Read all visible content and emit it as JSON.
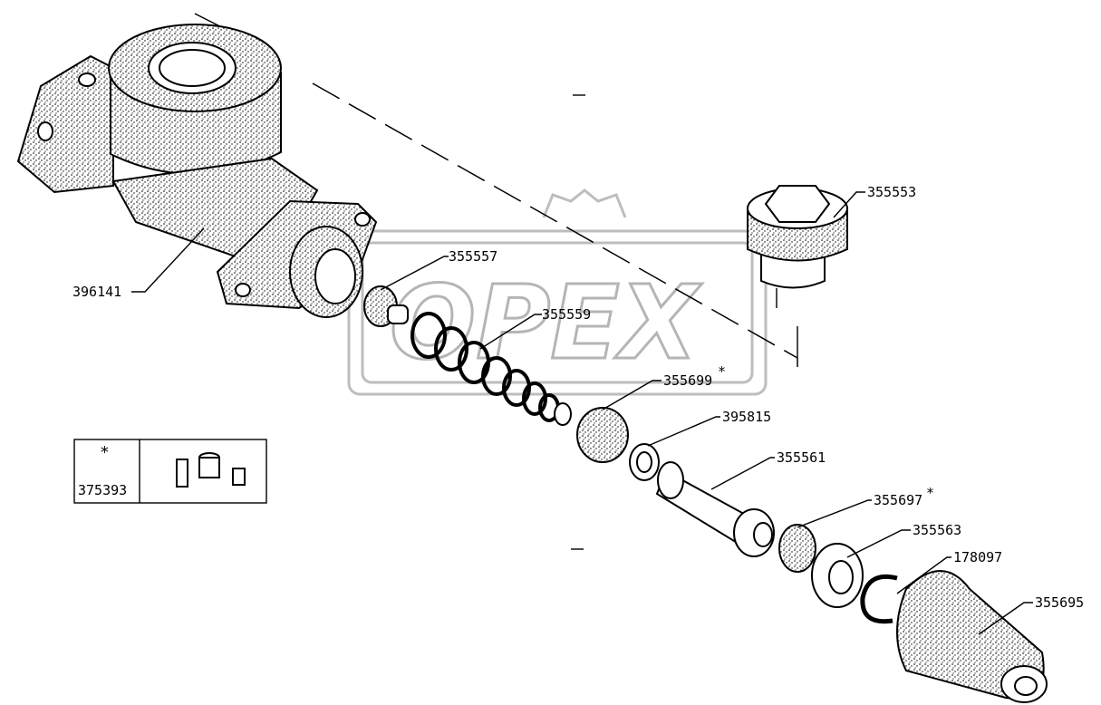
{
  "watermark": {
    "text": "OPEX"
  },
  "kit": {
    "marker": "*",
    "number": "375393"
  },
  "labels": [
    {
      "id": "396141",
      "text": "396141"
    },
    {
      "id": "355557",
      "text": "355557"
    },
    {
      "id": "355559",
      "text": "355559"
    },
    {
      "id": "355699",
      "text": "355699"
    },
    {
      "id": "395815",
      "text": "395815"
    },
    {
      "id": "355561",
      "text": "355561"
    },
    {
      "id": "355697",
      "text": "355697"
    },
    {
      "id": "355563",
      "text": "355563"
    },
    {
      "id": "178097",
      "text": "178097"
    },
    {
      "id": "355695",
      "text": "355695"
    },
    {
      "id": "355553",
      "text": "355553"
    }
  ],
  "star_marks": {
    "symbol": "*"
  }
}
